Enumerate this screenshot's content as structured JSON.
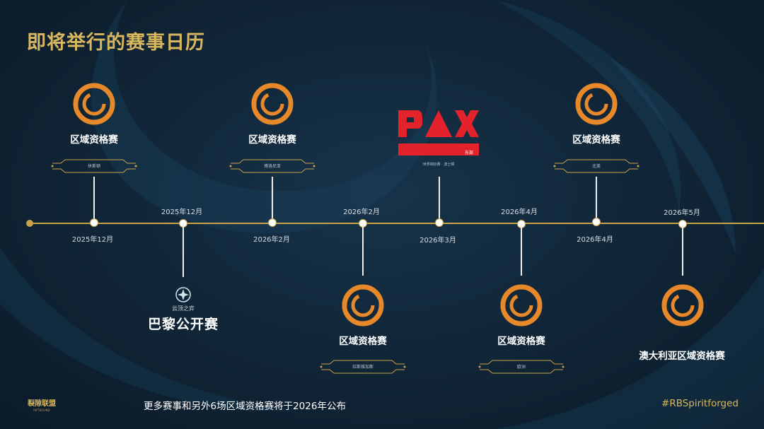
{
  "title": "即将举行的赛事日历",
  "colors": {
    "gold": "#c9a24a",
    "orange": "#e7892a",
    "pax_red": "#e3222b",
    "background": "#112739"
  },
  "timeline": {
    "events": [
      {
        "name": "区域资格赛",
        "date": "2025年12月",
        "region": "休斯顿",
        "icon": "swirl-logo"
      },
      {
        "name": "巴黎公开赛",
        "date": "2025年12月",
        "small_label": "云顶之弈",
        "icon": "tft-icon"
      },
      {
        "name": "区域资格赛",
        "date": "2026年2月",
        "region": "博洛尼亚",
        "icon": "swirl-logo"
      },
      {
        "name": "区域资格赛",
        "date": "2026年2月",
        "region": "拉斯维加斯",
        "icon": "swirl-logo"
      },
      {
        "name": "PAX",
        "date": "2026年3月",
        "badge": "东部",
        "sub": "世界锦标赛 · 波士顿",
        "icon": "pax-logo"
      },
      {
        "name": "区域资格赛",
        "date": "2026年4月",
        "region": "欧洲",
        "icon": "swirl-logo"
      },
      {
        "name": "区域资格赛",
        "date": "2026年4月",
        "region": "北美",
        "icon": "swirl-logo"
      },
      {
        "name": "澳大利亚区域资格赛",
        "date": "2026年5月",
        "icon": "swirl-logo"
      }
    ]
  },
  "footer": {
    "note": "更多赛事和另外6场区域资格赛将于2026年公布",
    "hashtag": "#RBSpiritforged",
    "brand": "裂隙联盟",
    "brand_sub": "RIFTBOUND"
  }
}
